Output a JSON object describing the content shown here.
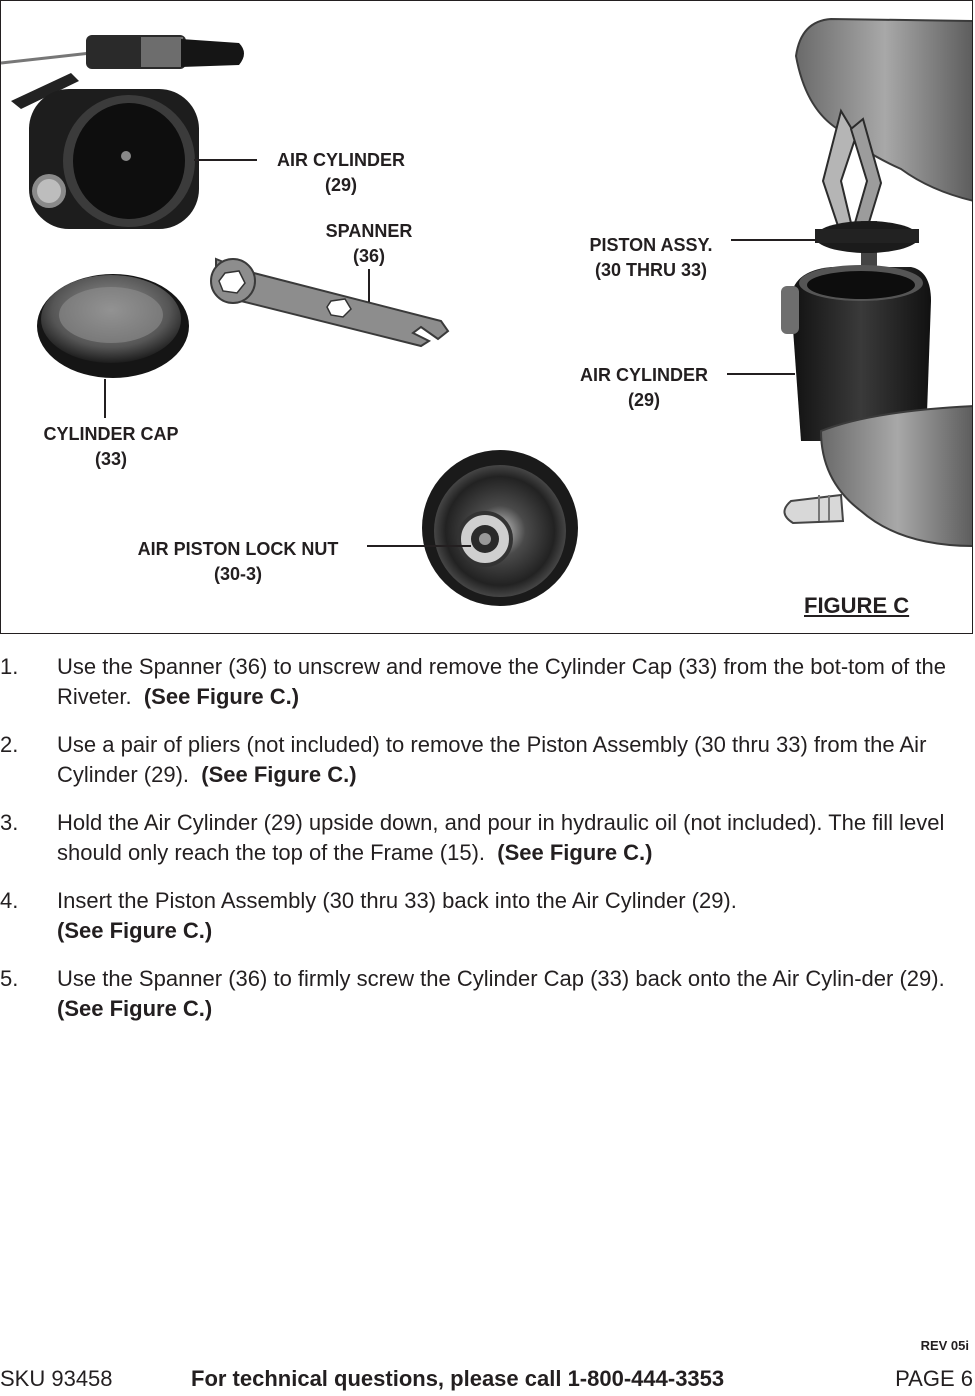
{
  "figure": {
    "title": "FIGURE C",
    "callouts": {
      "air_cylinder_left": {
        "name": "AIR CYLINDER",
        "ref": "(29)"
      },
      "spanner": {
        "name": "SPANNER",
        "ref": "(36)"
      },
      "cylinder_cap": {
        "name": "CYLINDER CAP",
        "ref": "(33)"
      },
      "air_piston_lock_nut": {
        "name": "AIR PISTON LOCK NUT",
        "ref": "(30-3)"
      },
      "piston_assy": {
        "name": "PISTON ASSY.",
        "ref": "(30 THRU 33)"
      },
      "air_cylinder_right": {
        "name": "AIR CYLINDER",
        "ref": "(29)"
      }
    }
  },
  "steps": [
    {
      "num": "1.",
      "text": "Use the Spanner (36) to unscrew and remove the Cylinder Cap (33) from the bot-tom of the Riveter.",
      "ref": "(See Figure C.)"
    },
    {
      "num": "2.",
      "text": "Use a pair of pliers (not included) to remove the Piston Assembly (30 thru 33) from the Air Cylinder (29).",
      "ref": "(See Figure C.)"
    },
    {
      "num": "3.",
      "text": "Hold the Air Cylinder (29) upside down, and pour in hydraulic oil (not included). The fill level should only reach the top of the Frame (15).",
      "ref": "(See Figure C.)"
    },
    {
      "num": "4.",
      "text": "Insert the Piston Assembly (30 thru 33) back into the Air Cylinder (29).",
      "ref": "(See Figure C.)"
    },
    {
      "num": "5.",
      "text": "Use the Spanner (36) to firmly screw the Cylinder Cap (33) back onto the Air Cylin-der (29).",
      "ref": "(See Figure C.)"
    }
  ],
  "footer": {
    "rev": "REV 05i",
    "sku": "SKU 93458",
    "tech_line": "For technical questions, please call 1-800-444-3353",
    "page": "PAGE 6"
  }
}
